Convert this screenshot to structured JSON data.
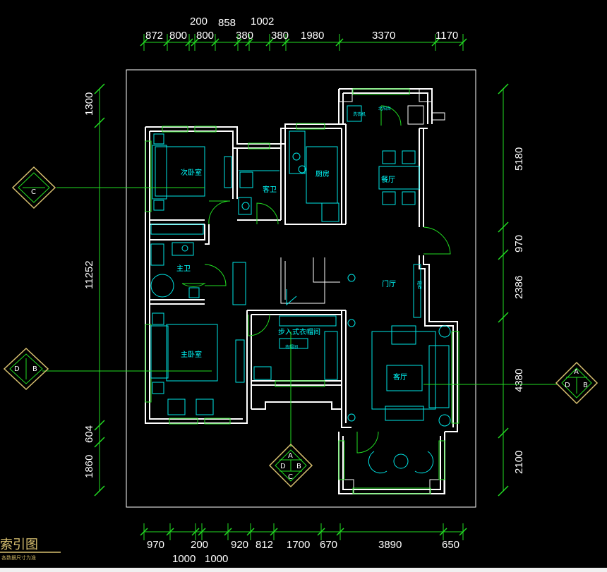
{
  "dims": {
    "top_row": [
      "872",
      "800",
      "800",
      "380",
      "380",
      "1980",
      "3370",
      "1170"
    ],
    "top_upper": [
      "200",
      "858",
      "1002"
    ],
    "bottom_row": [
      "970",
      "200",
      "920",
      "812",
      "1700",
      "670",
      "3890",
      "650"
    ],
    "bottom_lower": [
      "1000",
      "1000"
    ],
    "left": [
      "1300",
      "11252",
      "604",
      "1860"
    ],
    "right": [
      "5180",
      "970",
      "2386",
      "4380",
      "2100"
    ]
  },
  "rooms": {
    "second_bedroom": "次卧室",
    "guest_bath": "客卫",
    "kitchen": "厨房",
    "dining": "餐厅",
    "main_bath": "主卫",
    "foyer": "门厅",
    "master_bedroom": "主卧室",
    "walk_in_closet": "步入式衣帽间",
    "living": "客厅",
    "laundry": "洗衣机",
    "north_balcony": "北阳台",
    "shoe_cabinet": "鞋柜",
    "closet_tag": "衣帽间"
  },
  "markers": {
    "c_left": "C",
    "db_left": [
      "D",
      "B"
    ],
    "ab_right": [
      "A",
      "D",
      "B"
    ],
    "abcd_bottom": [
      "A",
      "D",
      "B",
      "C"
    ]
  },
  "legend": {
    "title": "索引图",
    "note": "各数据尺寸为准"
  },
  "colors": {
    "background": "#000000",
    "wall": "#ffffff",
    "furniture": "#00e6e6",
    "dimension": "#22dd22",
    "title": "#d8c070"
  }
}
